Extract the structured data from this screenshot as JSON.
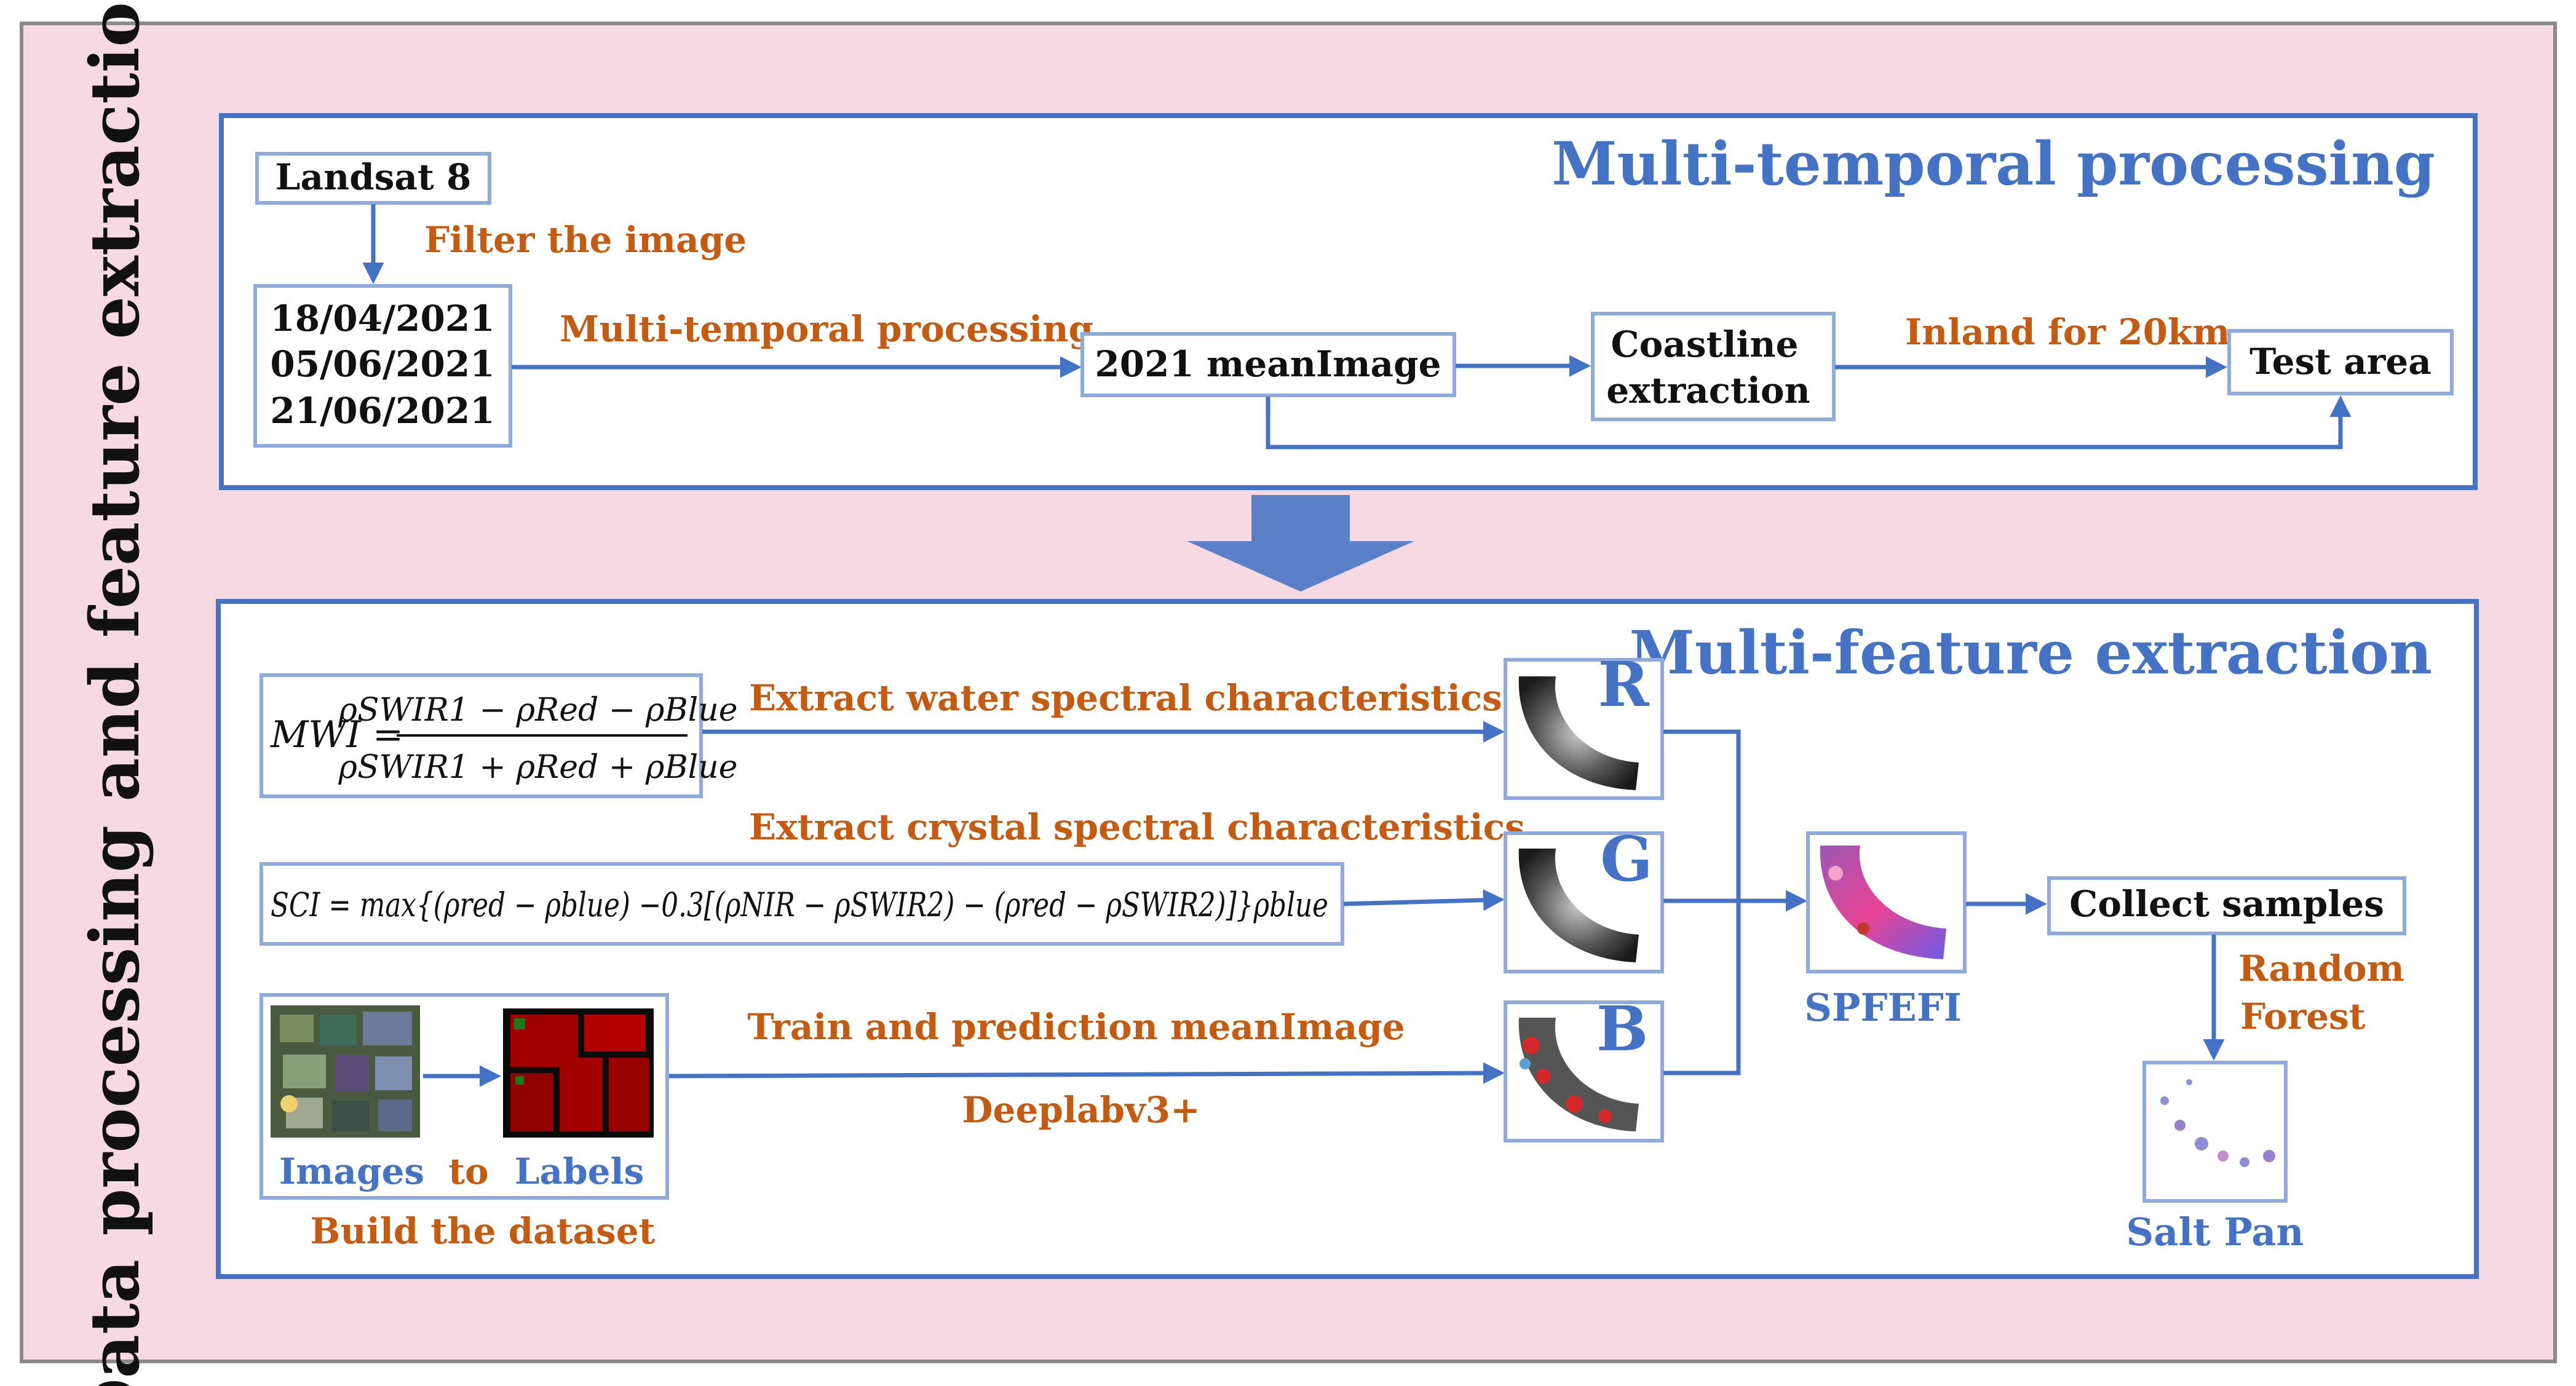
{
  "colors": {
    "background": "#f7d9e4",
    "panel_border": "#4472c4",
    "box_border": "#8faadc",
    "orange_text": "#c55a11",
    "blue_text": "#4472c4",
    "arrow": "#4472c4"
  },
  "side_title": "Data processing and feature extraction",
  "top_panel": {
    "title": "Multi-temporal processing",
    "landsat": "Landsat 8",
    "filter_label": "Filter the image",
    "dates": [
      "18/04/2021",
      "05/06/2021",
      "21/06/2021"
    ],
    "mt_label": "Multi-temporal processing",
    "mean_image": "2021 meanImage",
    "coastline": [
      "Coastline",
      "extraction"
    ],
    "inland_label": "Inland for 20km",
    "test_area": "Test area"
  },
  "bottom_panel": {
    "title": "Multi-feature extraction",
    "mwi": {
      "lhs": "MWI =",
      "numerator": "ρSWIR1 − ρRed − ρBlue",
      "denominator": "ρSWIR1 + ρRed + ρBlue"
    },
    "sci": {
      "text": "SCI = max{(ρred − ρblue) −0.3[(ρNIR − ρSWIR2) − (ρred − ρSWIR2)]}ρblue"
    },
    "water_label": "Extract water spectral characteristics",
    "crystal_label": "Extract crystal spectral characteristics",
    "train_label": "Train and prediction meanImage",
    "deeplab_label": "Deeplabv3+",
    "dataset": {
      "images": "Images",
      "to": "to",
      "labels": "Labels",
      "build": "Build the dataset"
    },
    "channels": [
      "R",
      "G",
      "B"
    ],
    "spfefi": "SPFEFI",
    "collect": "Collect samples",
    "rf": [
      "Random",
      "Forest"
    ],
    "salt_pan": "Salt Pan"
  }
}
